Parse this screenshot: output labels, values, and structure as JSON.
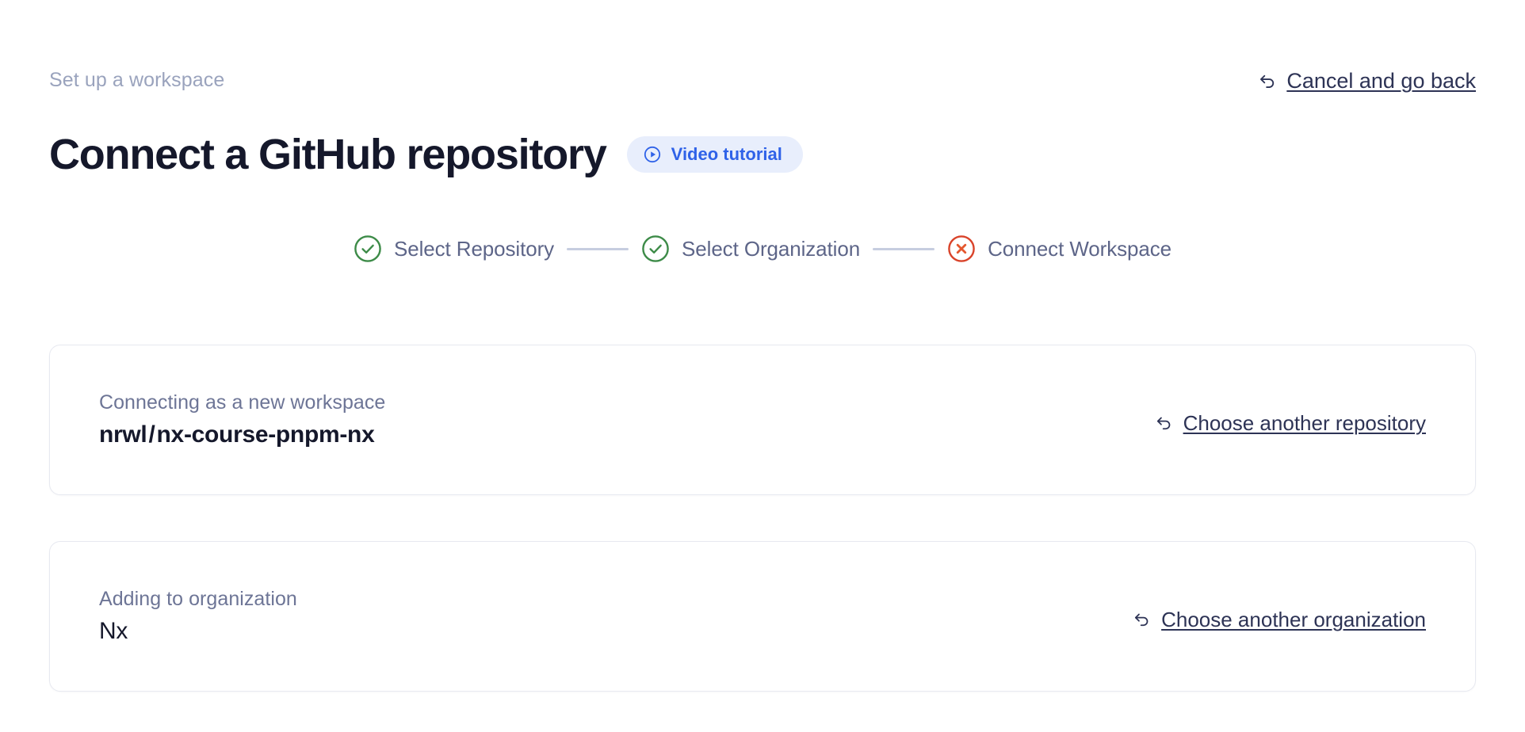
{
  "header": {
    "eyebrow": "Set up a workspace",
    "title": "Connect a GitHub repository",
    "video_badge": {
      "label": "Video tutorial",
      "icon": "play-circle-icon",
      "bg_color": "#e8eefc",
      "text_color": "#2f62e8"
    },
    "cancel_link": {
      "label": "Cancel and go back",
      "icon": "back-arrow-icon"
    }
  },
  "stepper": {
    "steps": [
      {
        "label": "Select Repository",
        "state": "complete",
        "icon": "check-circle-icon",
        "color": "#3d8b48"
      },
      {
        "label": "Select Organization",
        "state": "complete",
        "icon": "check-circle-icon",
        "color": "#3d8b48"
      },
      {
        "label": "Connect Workspace",
        "state": "error",
        "icon": "x-circle-icon",
        "color": "#d9432a"
      }
    ],
    "connector_color": "#c6cde0"
  },
  "cards": [
    {
      "caption": "Connecting as a new workspace",
      "owner": "nrwl",
      "separator": "/",
      "name": "nx-course-pnpm-nx",
      "action": {
        "label": "Choose another repository",
        "icon": "back-arrow-icon"
      }
    },
    {
      "caption": "Adding to organization",
      "name": "Nx",
      "action": {
        "label": "Choose another organization",
        "icon": "back-arrow-icon"
      }
    }
  ]
}
